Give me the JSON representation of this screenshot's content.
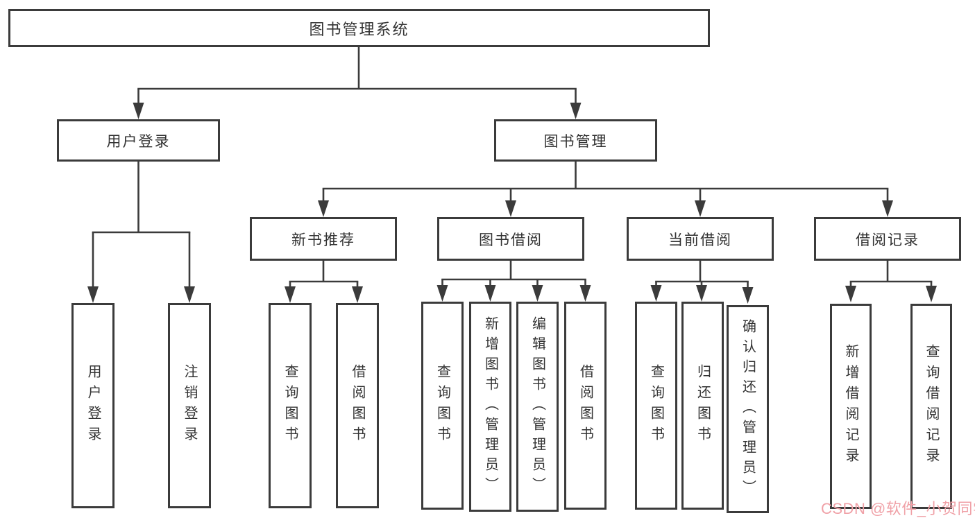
{
  "title_box": {
    "label": "图书管理系统"
  },
  "branches": [
    {
      "label": "用户登录",
      "children": [
        {
          "label": "用户登录"
        },
        {
          "label": "注销登录"
        }
      ]
    },
    {
      "label": "图书管理",
      "children": [
        {
          "label": "新书推荐",
          "children": [
            {
              "label": "查询图书"
            },
            {
              "label": "借阅图书"
            }
          ]
        },
        {
          "label": "图书借阅",
          "children": [
            {
              "label": "查询图书"
            },
            {
              "label": "新增图书（管理员）"
            },
            {
              "label": "编辑图书（管理员）"
            },
            {
              "label": "借阅图书"
            }
          ]
        },
        {
          "label": "当前借阅",
          "children": [
            {
              "label": "查询图书"
            },
            {
              "label": "归还图书"
            },
            {
              "label": "确认归还（管理员）"
            }
          ]
        },
        {
          "label": "借阅记录",
          "children": [
            {
              "label": "新增借阅记录"
            },
            {
              "label": "查询借阅记录"
            }
          ]
        }
      ]
    }
  ],
  "watermark": {
    "text": "CSDN @软件_小贺同学",
    "color": "#f0a1a7"
  },
  "colors": {
    "line": "#3b3b3b",
    "box_border": "#3b3b3b",
    "text": "#333333",
    "background": "#ffffff"
  }
}
